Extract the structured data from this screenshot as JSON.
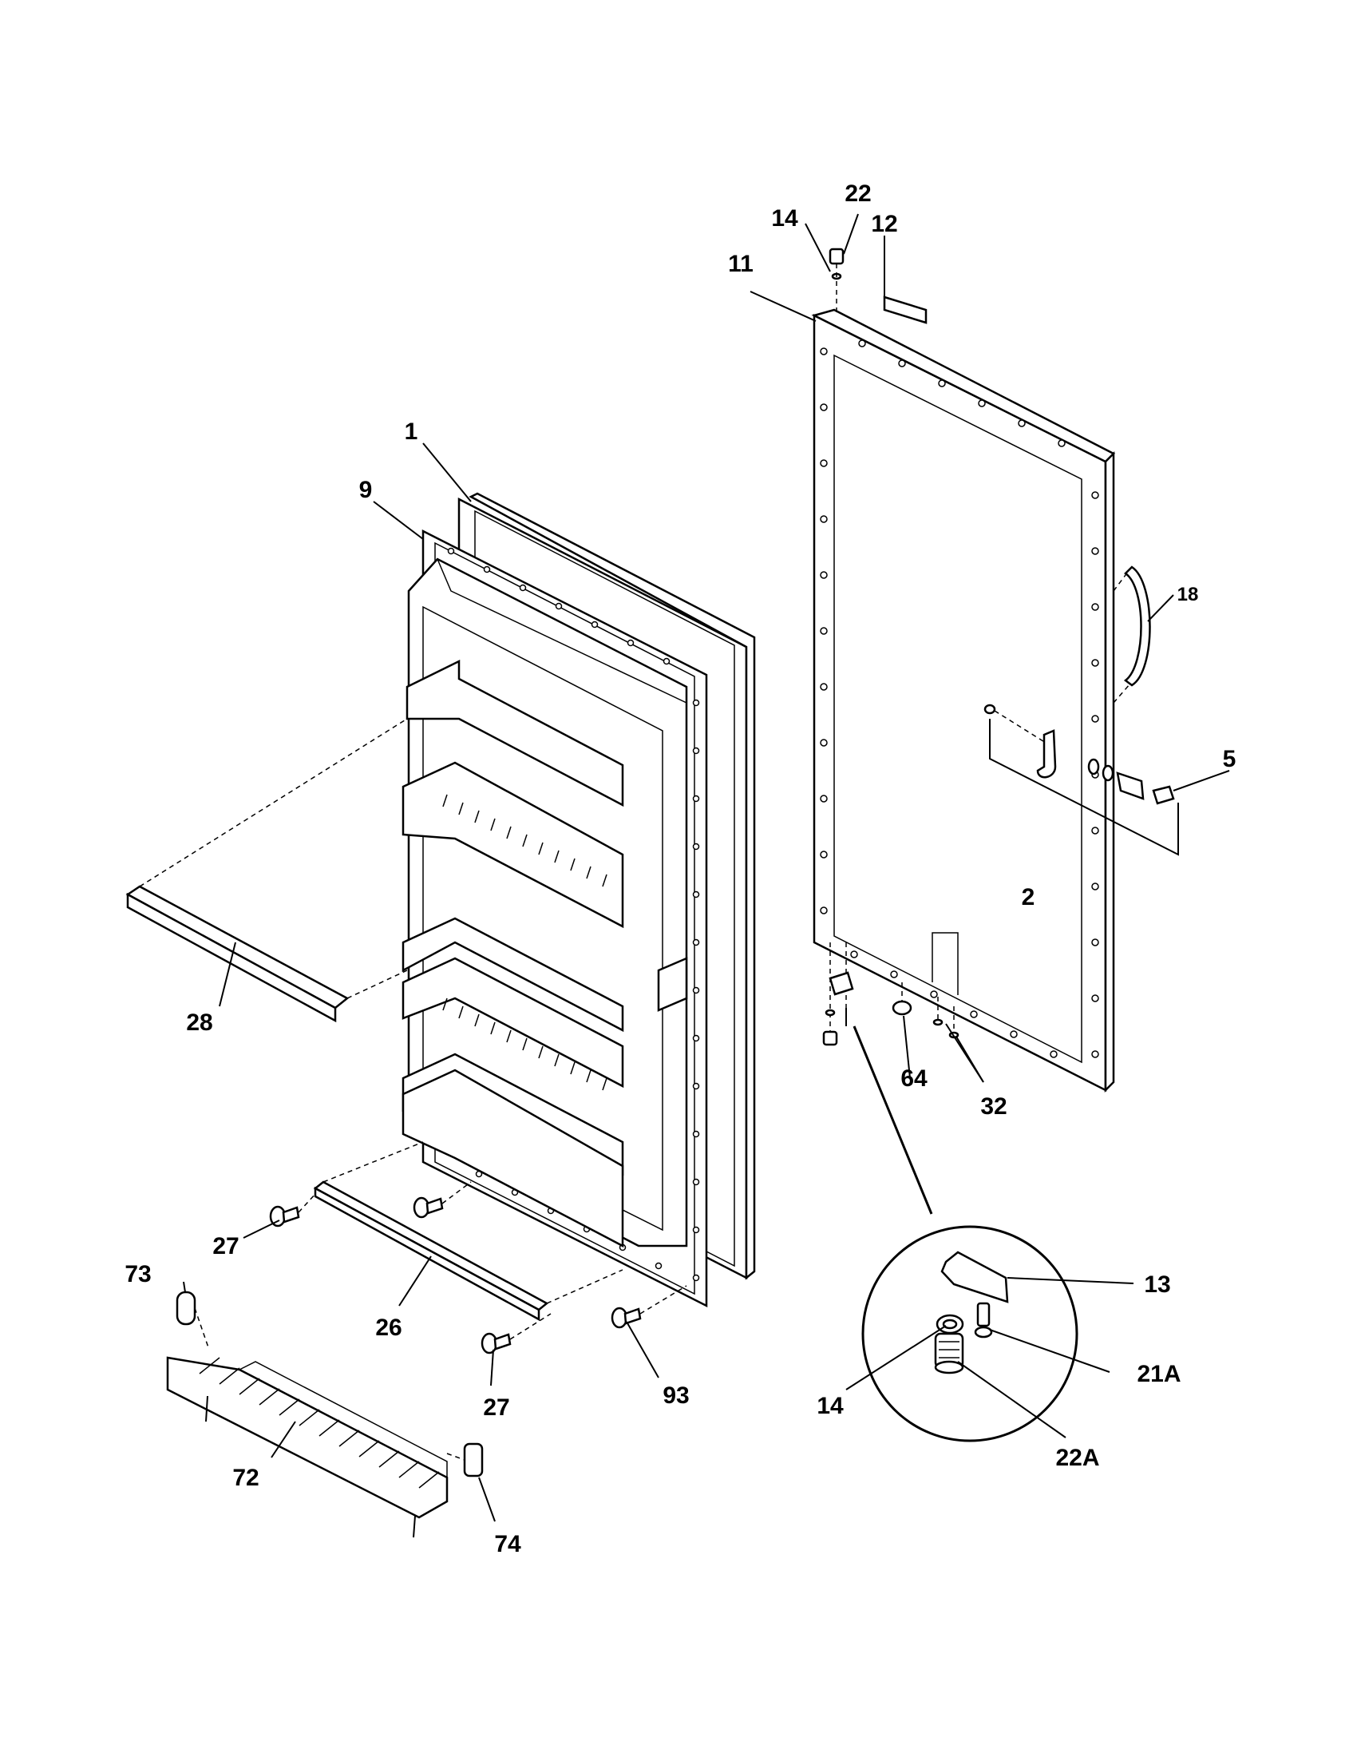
{
  "labels": {
    "l1": "1",
    "l2": "2",
    "l5": "5",
    "l9": "9",
    "l11": "11",
    "l12": "12",
    "l13": "13",
    "l14a": "14",
    "l14b": "14",
    "l18": "18",
    "l21a": "21A",
    "l22": "22",
    "l22a": "22A",
    "l26": "26",
    "l27a": "27",
    "l27b": "27",
    "l28": "28",
    "l32": "32",
    "l64": "64",
    "l72": "72",
    "l73": "73",
    "l74": "74",
    "l93": "93"
  }
}
